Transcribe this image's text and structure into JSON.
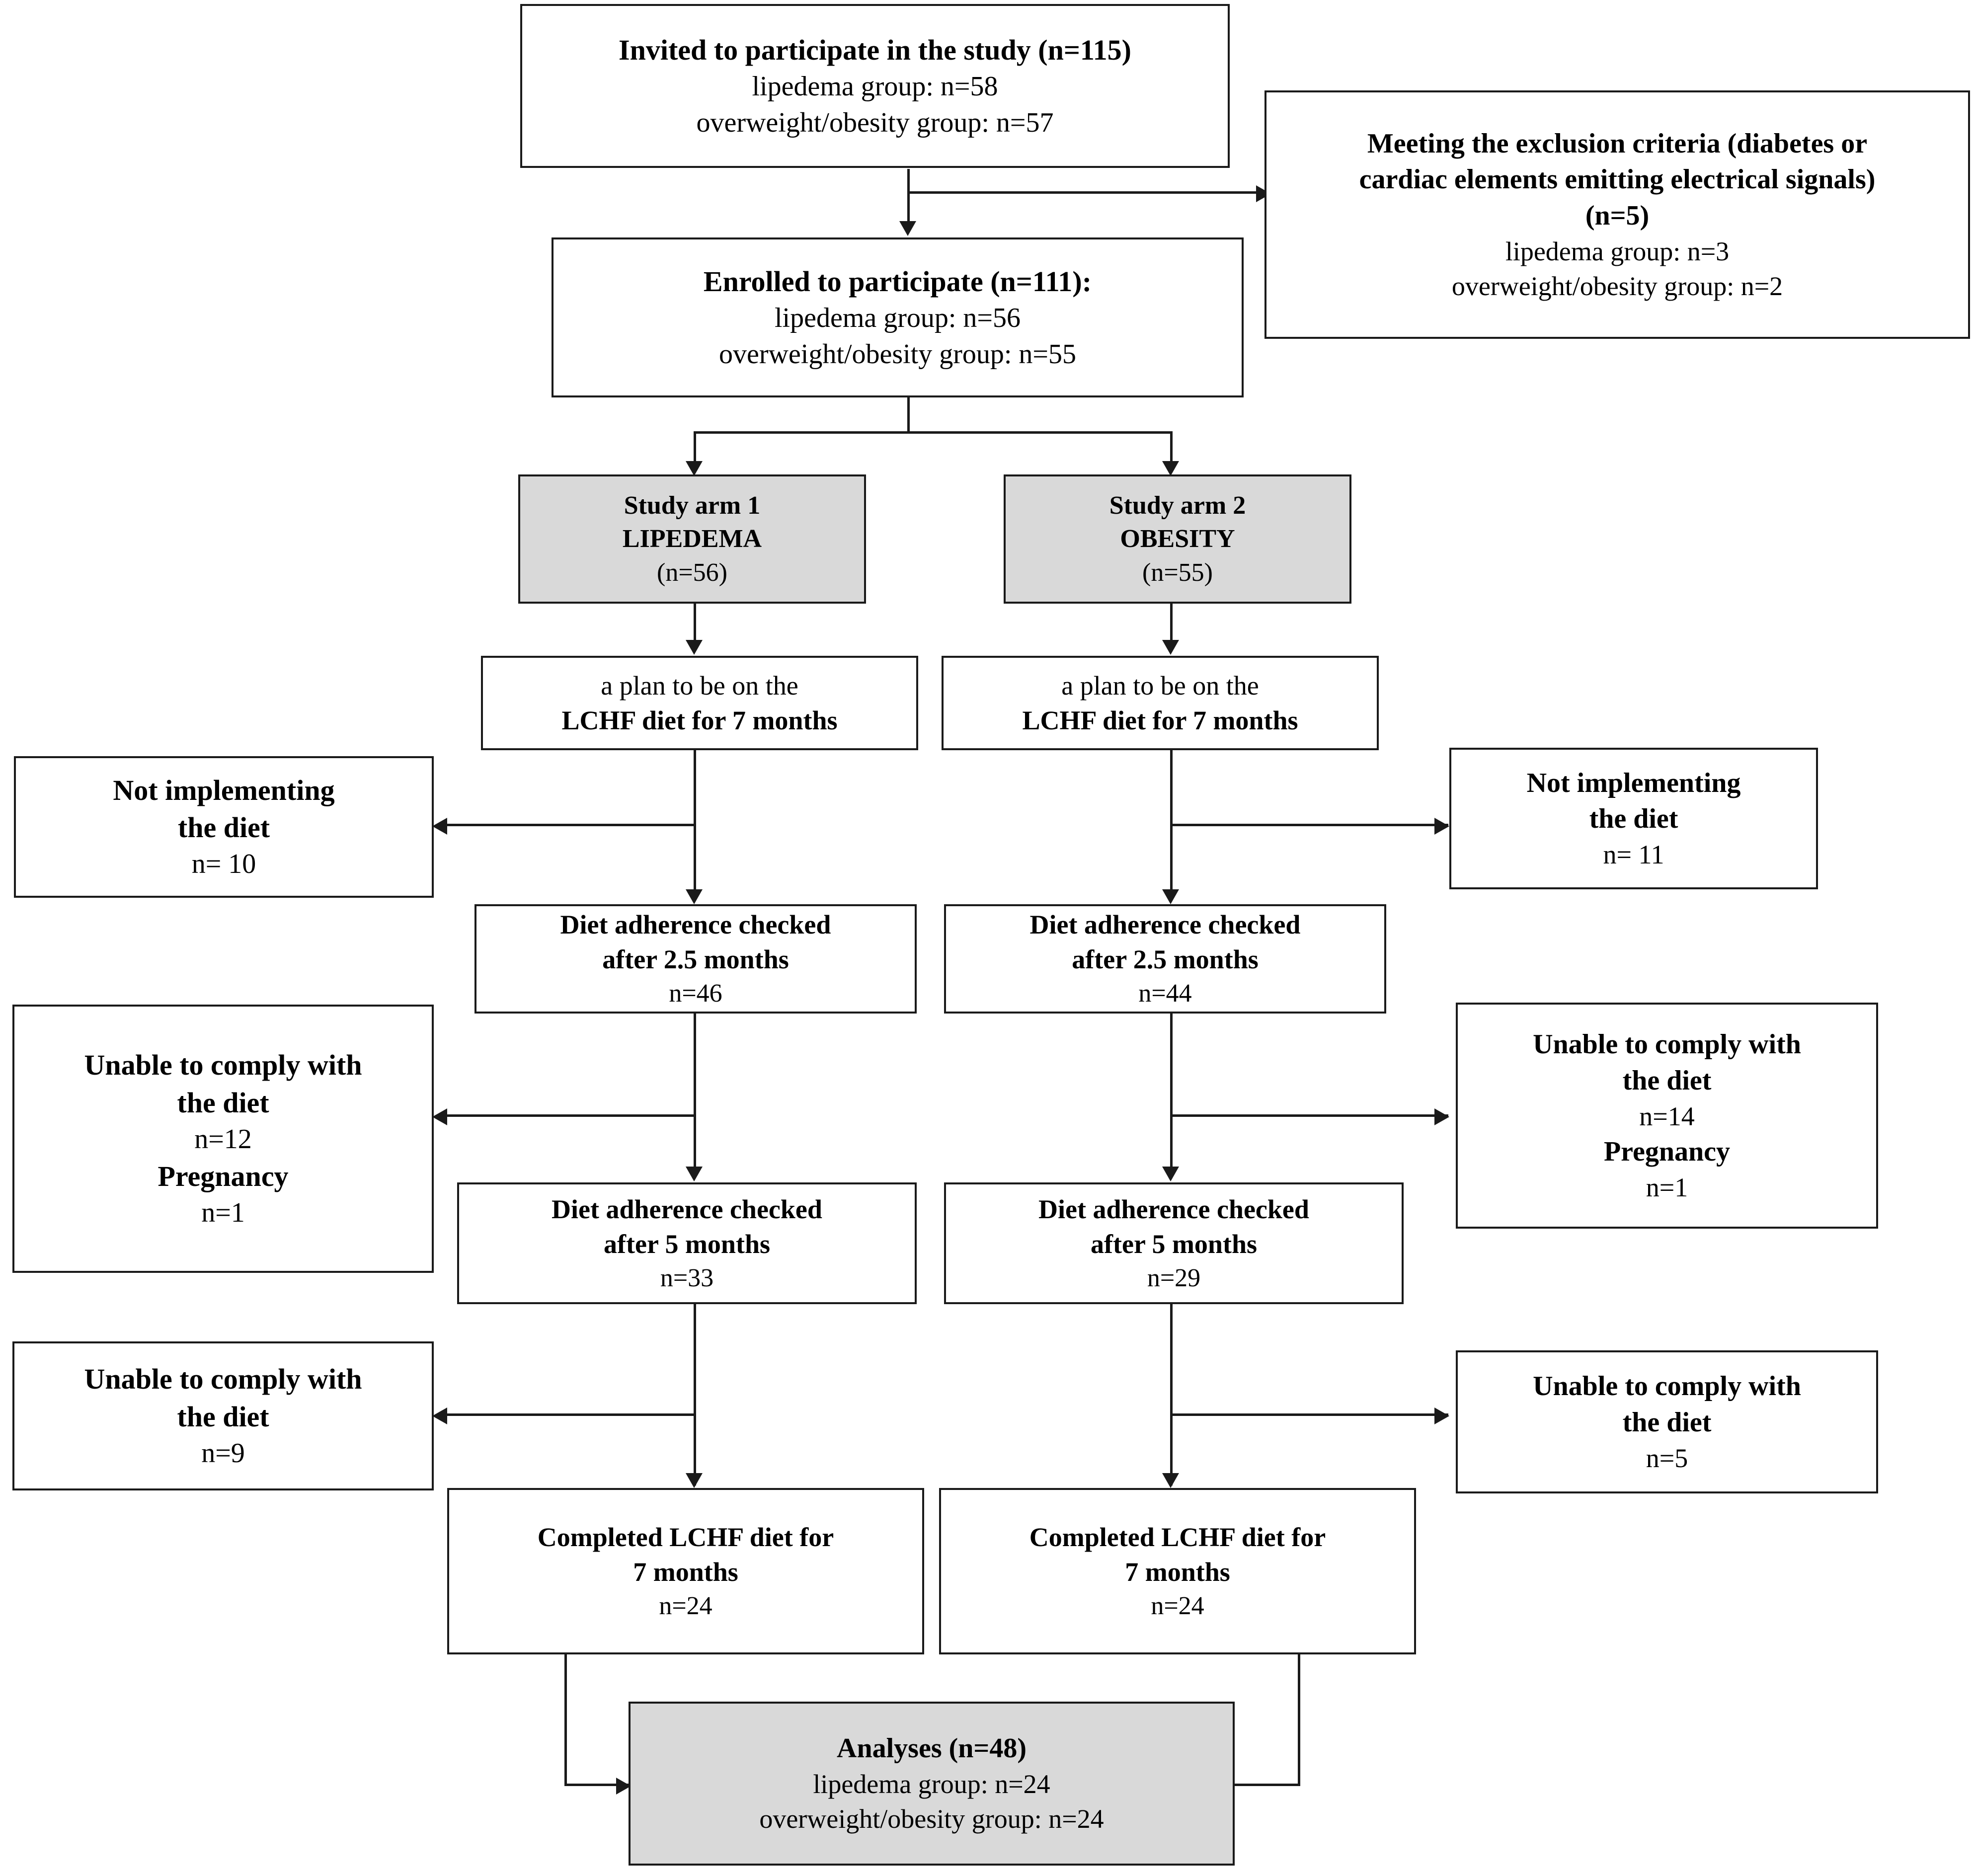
{
  "diagram": {
    "type": "flowchart",
    "title": "CONSORT-style participant flow diagram for an LCHF diet study in lipedema and overweight/obesity groups",
    "colors": {
      "shaded_node_fill": "#d9d9d9",
      "node_fill": "#ffffff",
      "border": "#1a1a1a",
      "text": "#000000"
    }
  },
  "nodes": {
    "invited": {
      "id": "invited",
      "shaded": false,
      "lines": [
        "Invited to participate in the study (n=115)",
        "lipedema group: n=58",
        "overweight/obesity group: n=57"
      ]
    },
    "excluded": {
      "id": "excluded",
      "shaded": false,
      "lines": [
        "Meeting the exclusion criteria (diabetes or",
        "cardiac elements emitting electrical signals)",
        "(n=5)",
        "lipedema group: n=3",
        "overweight/obesity group: n=2"
      ]
    },
    "enrolled": {
      "id": "enrolled",
      "shaded": false,
      "lines": [
        "Enrolled to participate (n=111):",
        "lipedema group: n=56",
        "overweight/obesity group: n=55"
      ]
    },
    "arm1": {
      "id": "arm1",
      "shaded": true,
      "lines": [
        "Study arm 1",
        "LIPEDEMA",
        "(n=56)"
      ]
    },
    "arm2": {
      "id": "arm2",
      "shaded": true,
      "lines": [
        "Study arm 2",
        "OBESITY",
        "(n=55)"
      ]
    },
    "plan1": {
      "id": "plan1",
      "shaded": false,
      "lines": [
        "a plan to be on the",
        "LCHF diet for 7 months"
      ]
    },
    "plan2": {
      "id": "plan2",
      "shaded": false,
      "lines": [
        "a plan to be on the",
        "LCHF diet for 7 months"
      ]
    },
    "notimpl_left": {
      "id": "notimpl_left",
      "shaded": false,
      "lines": [
        "Not implementing",
        "the diet",
        "n= 10"
      ]
    },
    "notimpl_right": {
      "id": "notimpl_right",
      "shaded": false,
      "lines": [
        "Not implementing",
        "the diet",
        "n= 11"
      ]
    },
    "adh25_left": {
      "id": "adh25_left",
      "shaded": false,
      "lines": [
        "Diet adherence checked",
        "after 2.5 months",
        "n=46"
      ]
    },
    "adh25_right": {
      "id": "adh25_right",
      "shaded": false,
      "lines": [
        "Diet adherence checked",
        "after 2.5 months",
        "n=44"
      ]
    },
    "unable1_left": {
      "id": "unable1_left",
      "shaded": false,
      "lines": [
        "Unable to comply with",
        "the diet",
        "n=12",
        "Pregnancy",
        "n=1"
      ]
    },
    "unable1_right": {
      "id": "unable1_right",
      "shaded": false,
      "lines": [
        "Unable to comply with",
        "the diet",
        "n=14",
        "Pregnancy",
        "n=1"
      ]
    },
    "adh5_left": {
      "id": "adh5_left",
      "shaded": false,
      "lines": [
        "Diet adherence checked",
        "after 5 months",
        "n=33"
      ]
    },
    "adh5_right": {
      "id": "adh5_right",
      "shaded": false,
      "lines": [
        "Diet adherence checked",
        "after 5 months",
        "n=29"
      ]
    },
    "unable2_left": {
      "id": "unable2_left",
      "shaded": false,
      "lines": [
        "Unable to comply with",
        "the diet",
        "n=9"
      ]
    },
    "unable2_right": {
      "id": "unable2_right",
      "shaded": false,
      "lines": [
        "Unable to comply with",
        "the diet",
        "n=5"
      ]
    },
    "completed_left": {
      "id": "completed_left",
      "shaded": false,
      "lines": [
        "Completed LCHF diet for",
        "7 months",
        "n=24"
      ]
    },
    "completed_right": {
      "id": "completed_right",
      "shaded": false,
      "lines": [
        "Completed LCHF diet for",
        "7 months",
        "n=24"
      ]
    },
    "analyses": {
      "id": "analyses",
      "shaded": true,
      "lines": [
        "Analyses (n=48)",
        "lipedema group: n=24",
        "overweight/obesity group: n=24"
      ]
    }
  }
}
